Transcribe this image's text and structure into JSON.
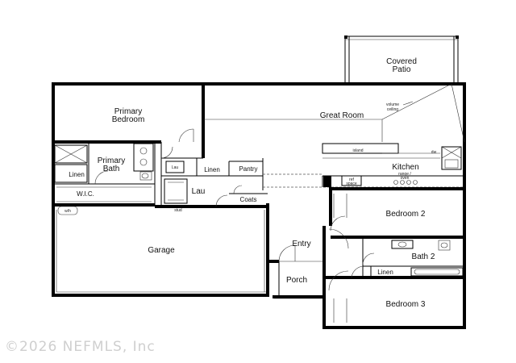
{
  "rooms": {
    "covered_patio": [
      "Covered",
      "Patio"
    ],
    "primary_bedroom": [
      "Primary",
      "Bedroom"
    ],
    "great_room": "Great Room",
    "volume_ceiling": [
      "volume",
      "ceiling"
    ],
    "primary_bath": [
      "Primary",
      "Bath"
    ],
    "kitchen": "Kitchen",
    "island": "island",
    "dw": "dw",
    "range_oven": [
      "range /",
      "oven"
    ],
    "ref_space": [
      "ref",
      "space"
    ],
    "linen_1": "Linen",
    "linen_2": "Linen",
    "linen_3": "Linen",
    "pantry": "Pantry",
    "lau": "Lau",
    "lau_small": "Lau",
    "wic": "W.I.C.",
    "stud": "stud",
    "coats": "Coats",
    "wh": "w/h",
    "bedroom_2": "Bedroom 2",
    "bedroom_3": "Bedroom 3",
    "bath_2": "Bath 2",
    "garage": "Garage",
    "entry": "Entry",
    "porch": "Porch"
  },
  "watermark": "©2026 NEFMLS, Inc"
}
